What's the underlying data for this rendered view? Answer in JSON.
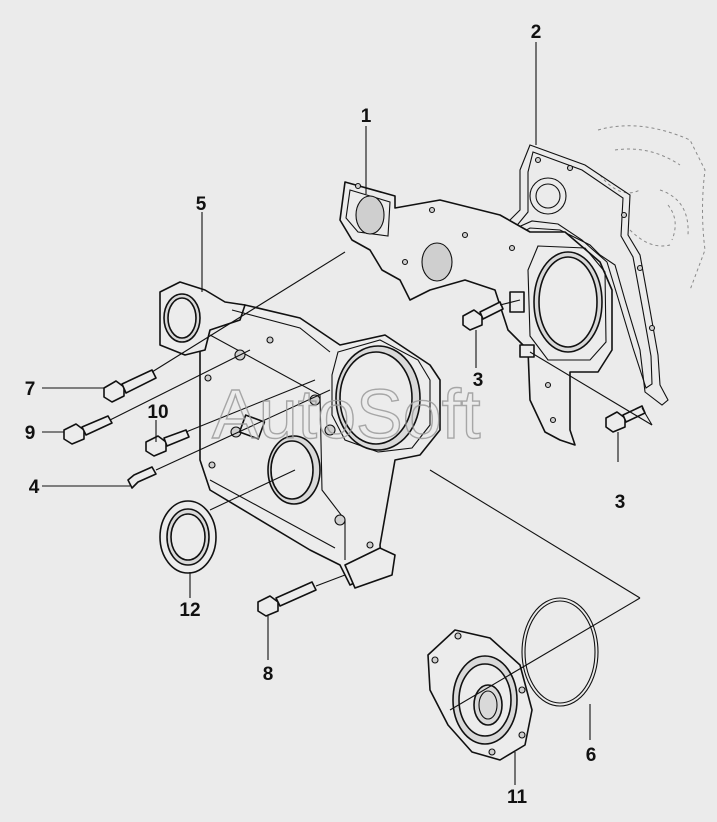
{
  "watermark": "AutoSoft",
  "callouts": {
    "c1": "1",
    "c2": "2",
    "c3a": "3",
    "c3b": "3",
    "c4": "4",
    "c5": "5",
    "c6": "6",
    "c7": "7",
    "c8": "8",
    "c9": "9",
    "c10": "10",
    "c11": "11",
    "c12": "12"
  }
}
